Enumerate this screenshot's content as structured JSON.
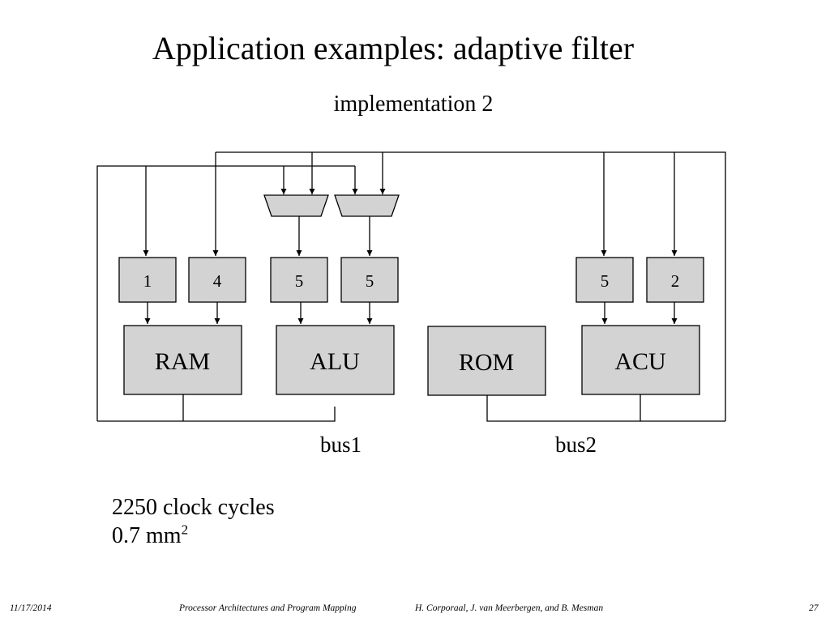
{
  "slide": {
    "title": "Application examples: adaptive filter",
    "subtitle": "implementation 2"
  },
  "diagram": {
    "units": [
      "RAM",
      "ALU",
      "ROM",
      "ACU"
    ],
    "registers": [
      "1",
      "4",
      "5",
      "5",
      "5",
      "2"
    ],
    "buses": [
      "bus1",
      "bus2"
    ],
    "colors": {
      "box_fill": "#d3d3d3",
      "line": "#000000"
    }
  },
  "stats": {
    "cycles": "2250 clock cycles",
    "area_value": "0.7 mm",
    "area_exponent": "2"
  },
  "footer": {
    "date": "11/17/2014",
    "course": "Processor Architectures and Program Mapping",
    "authors": "H. Corporaal,  J. van Meerbergen, and B. Mesman",
    "page": "27"
  }
}
